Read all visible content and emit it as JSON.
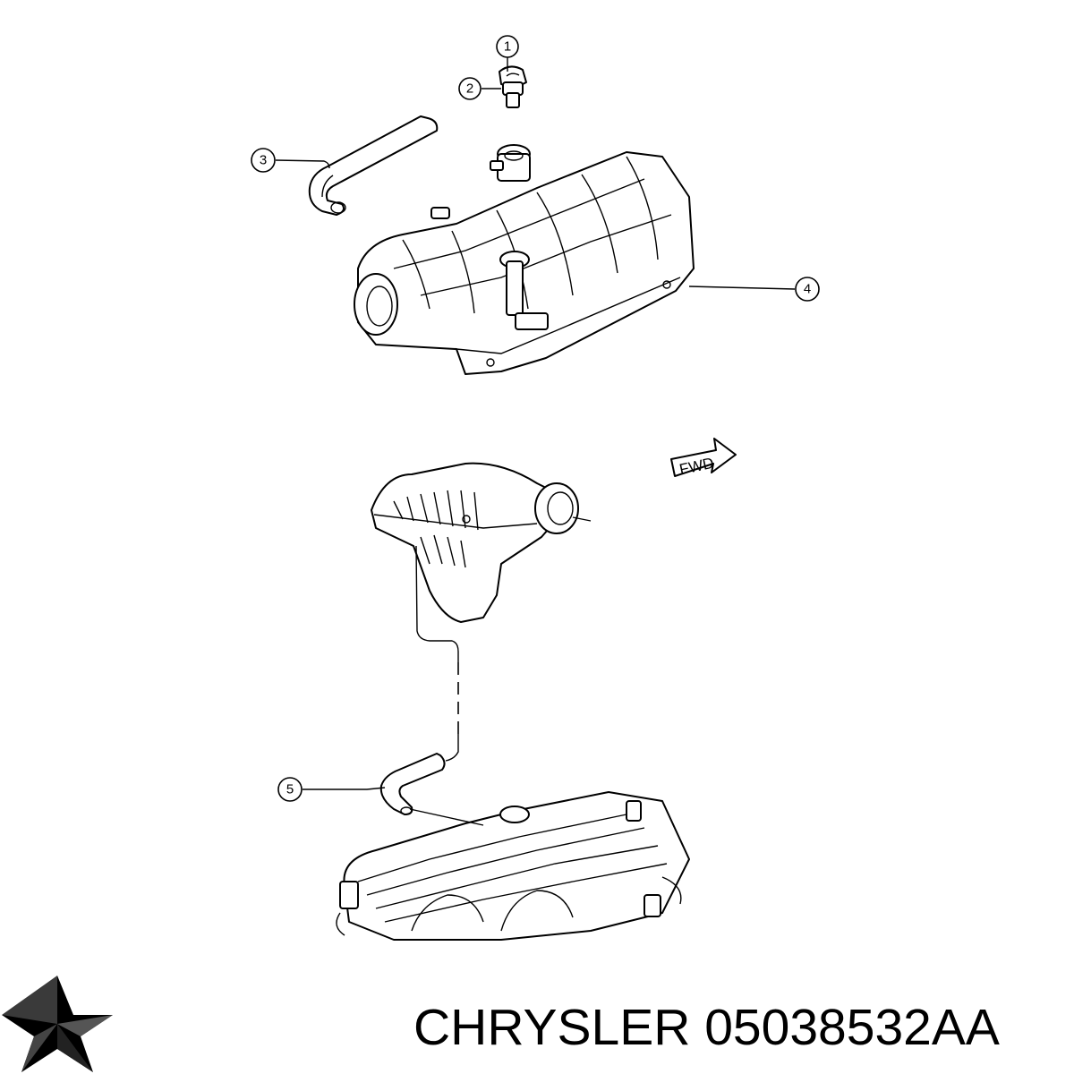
{
  "callouts": [
    {
      "number": "1"
    },
    {
      "number": "2"
    },
    {
      "number": "3"
    },
    {
      "number": "4"
    },
    {
      "number": "5"
    }
  ],
  "direction_label": "FWD",
  "caption": {
    "brand": "CHRYSLER",
    "part_number": "05038532AA"
  },
  "logo": {
    "icon": "chrysler-pentastar-icon"
  },
  "colors": {
    "ink": "#000000",
    "background": "#ffffff"
  }
}
